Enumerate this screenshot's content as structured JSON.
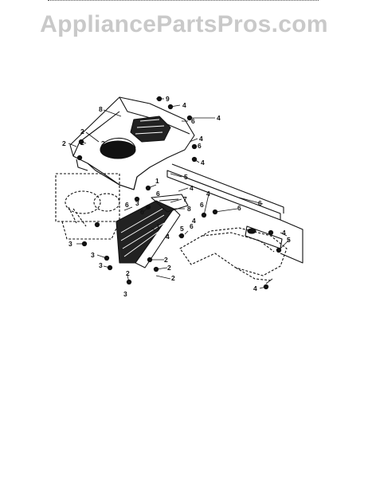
{
  "watermark": "AppliancePartsPros.com",
  "colors": {
    "ink": "#111111",
    "watermark": "#c9c9c9",
    "background": "#ffffff"
  },
  "callouts": [
    "8",
    "9",
    "4",
    "4",
    "6",
    "2",
    "2",
    "2",
    "2",
    "4",
    "6",
    "4",
    "5",
    "1",
    "4",
    "6",
    "7",
    "8",
    "6",
    "3",
    "6",
    "1",
    "3",
    "3",
    "2",
    "2",
    "2",
    "3",
    "4",
    "5",
    "6",
    "6",
    "4",
    "6",
    "4",
    "6",
    "4",
    "4",
    "3",
    "2",
    "5"
  ]
}
